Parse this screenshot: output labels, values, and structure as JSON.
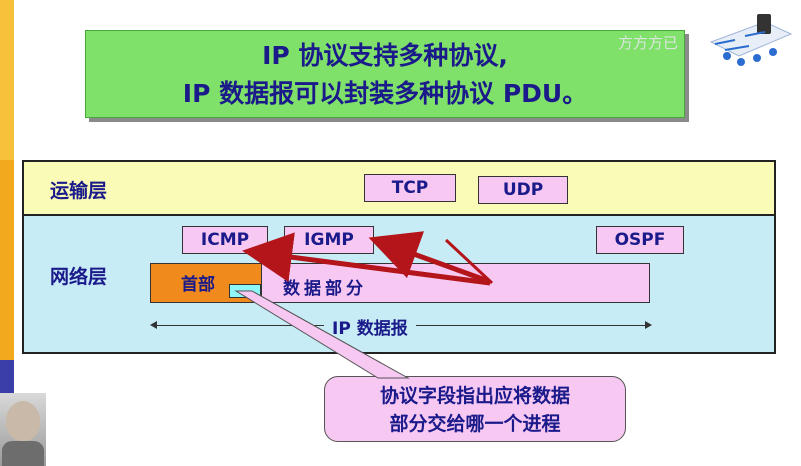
{
  "title": {
    "line1": "IP 协议支持多种协议,",
    "line2": "IP 数据报可以封装多种协议 PDU。"
  },
  "watermark": "方方方已",
  "layers": {
    "transport": {
      "label": "运输层",
      "protocols": [
        "TCP",
        "UDP"
      ]
    },
    "network": {
      "label": "网络层",
      "protocols": [
        "ICMP",
        "IGMP",
        "OSPF"
      ]
    }
  },
  "datagram": {
    "header_label": "首部",
    "data_label": "数据部分",
    "span_label": "IP 数据报"
  },
  "callout": {
    "line1": "协议字段指出应将数据",
    "line2": "部分交给哪一个进程"
  },
  "colors": {
    "title_bg": "#7fe06a",
    "transport_bg": "#fbfbb8",
    "network_bg": "#c8ecf6",
    "protocol_box": "#f7c8f2",
    "header_bg": "#f08a1c",
    "protocol_field": "#8ef6f6",
    "arrow": "#b3151b",
    "text": "#1a1a8a"
  }
}
